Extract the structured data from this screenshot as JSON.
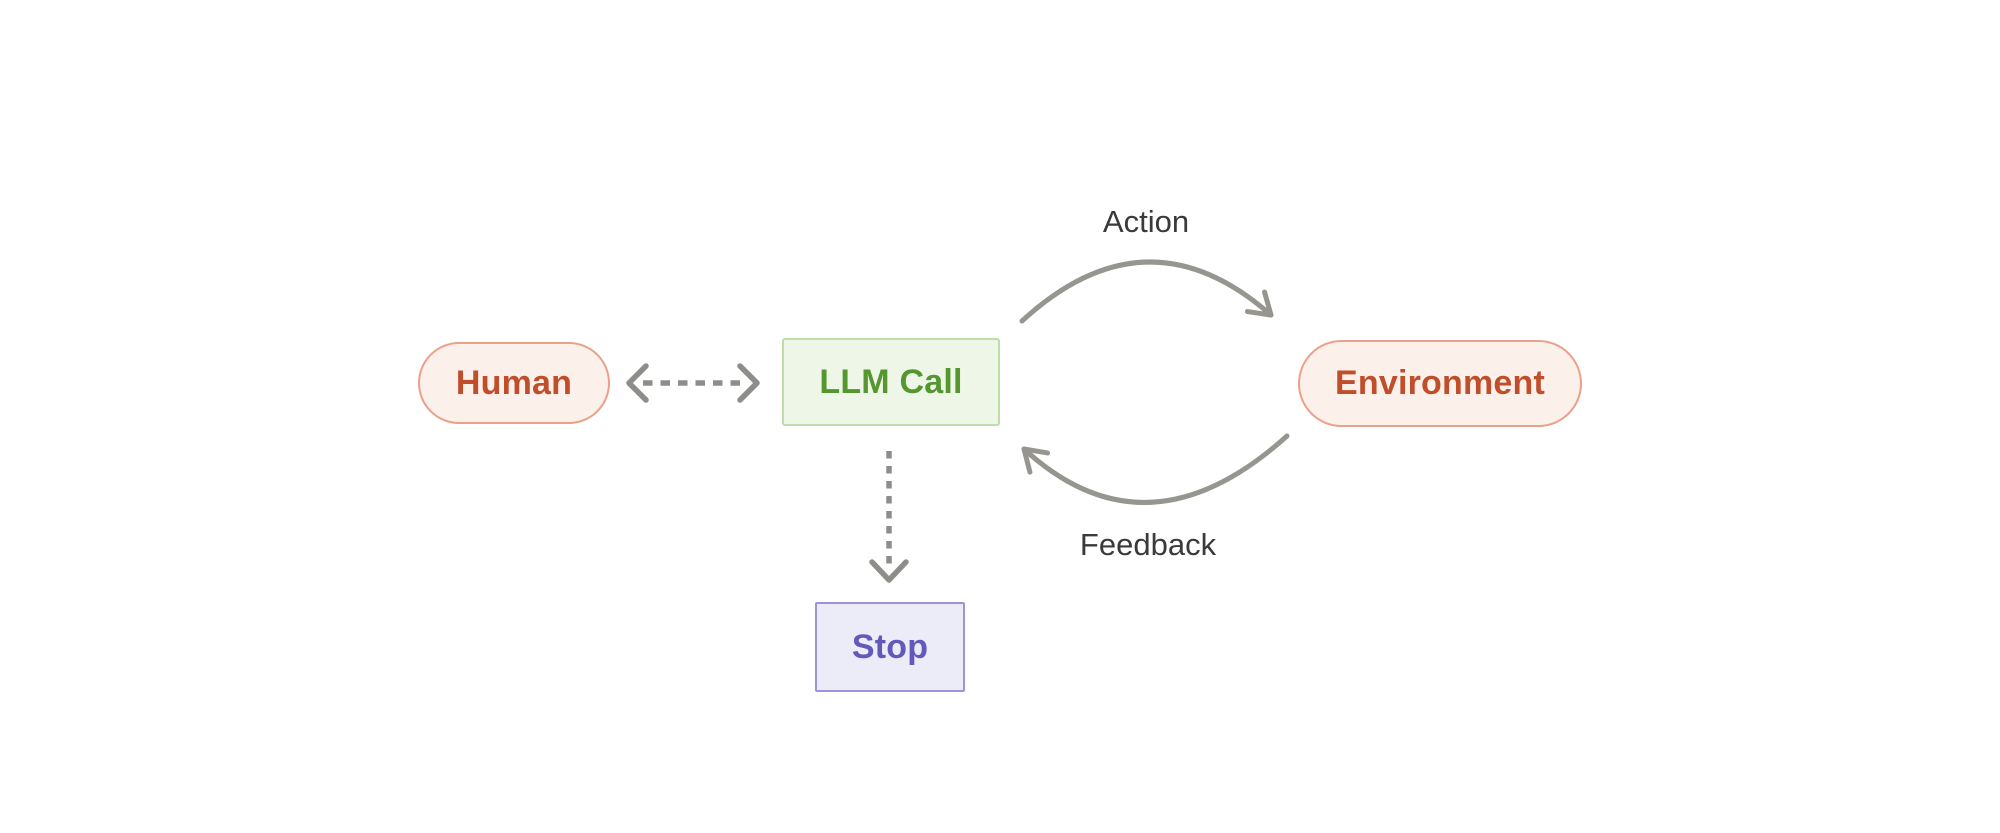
{
  "diagram": {
    "title": "LLM agent loop diagram",
    "background_color": "#FFFFFF",
    "arrow_color": "#97958F",
    "edge_label_color": "#3A3A3A"
  },
  "nodes": {
    "human": {
      "label": "Human",
      "shape": "pill",
      "fill": "#FCF0EA",
      "border": "#E9A189",
      "text_color": "#C14E2B"
    },
    "llm_call": {
      "label": "LLM Call",
      "shape": "rectangle",
      "fill": "#EEF6E8",
      "border": "#BFDCA9",
      "text_color": "#55972E"
    },
    "environment": {
      "label": "Environment",
      "shape": "pill",
      "fill": "#FCF0EA",
      "border": "#E9A189",
      "text_color": "#C14E2B"
    },
    "stop": {
      "label": "Stop",
      "shape": "rectangle",
      "fill": "#ECEBF8",
      "border": "#9C94D6",
      "text_color": "#6458BC"
    }
  },
  "edges": {
    "human_llm": {
      "label": "",
      "type": "dashed-double-arrow",
      "from": "Human",
      "to": "LLM Call"
    },
    "llm_stop": {
      "label": "",
      "type": "dashed-arrow",
      "from": "LLM Call",
      "to": "Stop"
    },
    "action": {
      "label": "Action",
      "type": "curved-arrow",
      "from": "LLM Call",
      "to": "Environment"
    },
    "feedback": {
      "label": "Feedback",
      "type": "curved-arrow",
      "from": "Environment",
      "to": "LLM Call"
    }
  }
}
